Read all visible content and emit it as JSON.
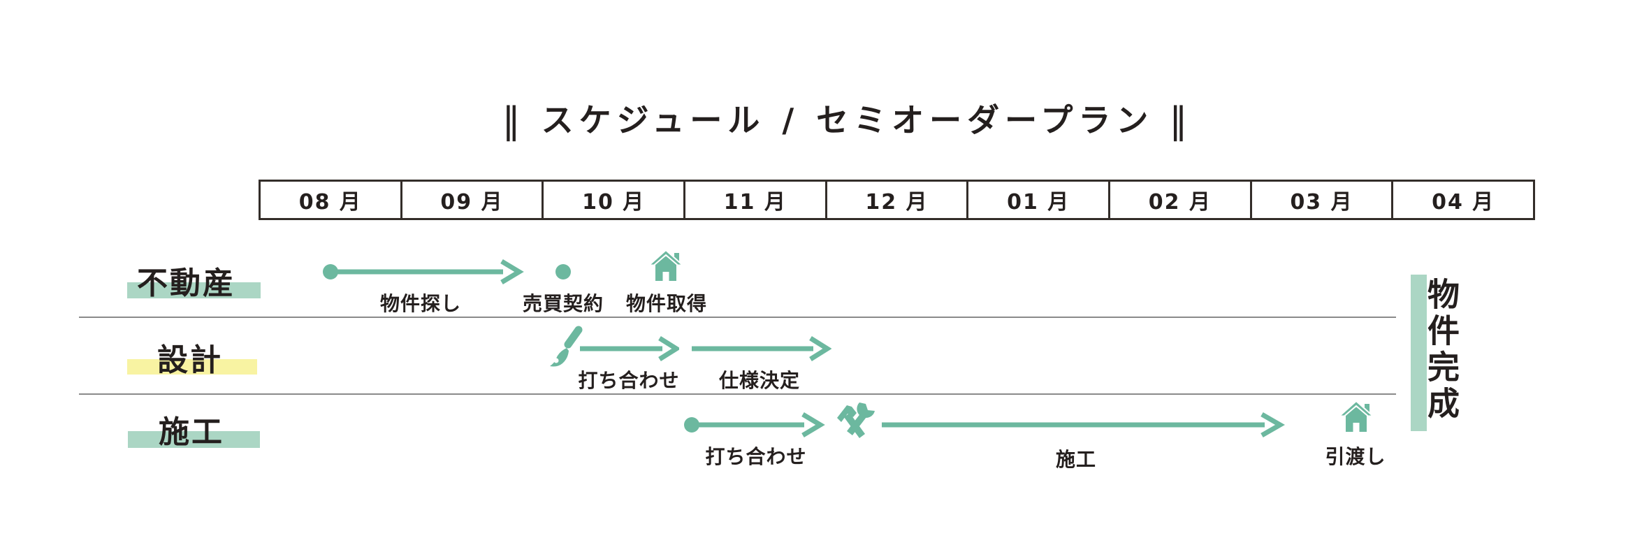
{
  "title": {
    "decor_left": "‖",
    "text": "スケジュール / セミオーダープラン",
    "decor_right": "‖"
  },
  "timeline": {
    "months": [
      "08 月",
      "09 月",
      "10 月",
      "11 月",
      "12 月",
      "01 月",
      "02 月",
      "03 月",
      "04 月"
    ]
  },
  "rows": [
    {
      "label": "不動産",
      "highlight_color": "#abd6c4",
      "events": [
        {
          "type": "arrow",
          "label": "物件探し"
        },
        {
          "type": "dot",
          "label": "売買契約"
        },
        {
          "type": "icon",
          "icon": "house-icon",
          "label": "物件取得"
        }
      ]
    },
    {
      "label": "設計",
      "highlight_color": "#f8f3a2",
      "events": [
        {
          "type": "icon",
          "icon": "brush-icon",
          "label": ""
        },
        {
          "type": "arrow",
          "label": "打ち合わせ"
        },
        {
          "type": "arrow",
          "label": "仕様決定"
        }
      ]
    },
    {
      "label": "施工",
      "highlight_color": "#abd6c4",
      "events": [
        {
          "type": "arrow",
          "label": "打ち合わせ"
        },
        {
          "type": "icon",
          "icon": "tools-icon",
          "label": ""
        },
        {
          "type": "arrow",
          "label": "施工"
        },
        {
          "type": "icon",
          "icon": "house-icon",
          "label": "引渡し"
        }
      ]
    }
  ],
  "milestone": {
    "label": "物件完成",
    "bar_color": "#abd6c4"
  },
  "colors": {
    "accent_green": "#6cb89f",
    "highlight_green": "#abd6c4",
    "highlight_yellow": "#f8f3a2",
    "text": "#241f1e",
    "grid_border": "#332d29",
    "separator": "#8a8a8a",
    "background": "#ffffff"
  }
}
